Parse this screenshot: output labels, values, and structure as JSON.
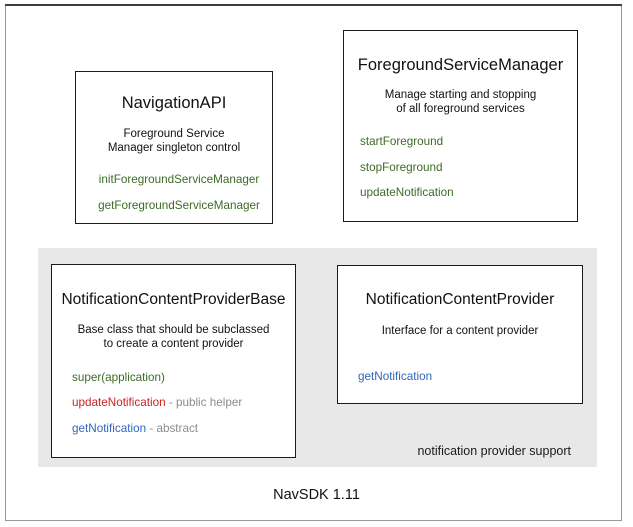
{
  "diagram": {
    "footer_caption": "NavSDK 1.11",
    "group_panel": {
      "label": "notification provider support",
      "background_color": "#e8e8e8"
    },
    "colors": {
      "method_green": "#3d6b28",
      "method_red": "#cc2222",
      "method_blue": "#3366bb",
      "note_gray": "#8c8c8c",
      "box_border": "#1a1a1a",
      "panel_background": "#e8e8e8"
    },
    "boxes": [
      {
        "id": "navigation-api",
        "title": "NavigationAPI",
        "description_lines": [
          "Foreground Service",
          "Manager singleton control"
        ],
        "members": [
          {
            "name": "initForegroundServiceManager",
            "color": "green",
            "note": ""
          },
          {
            "name": "getForegroundServiceManager",
            "color": "green",
            "note": ""
          }
        ]
      },
      {
        "id": "foreground-service-manager",
        "title": "ForegroundServiceManager",
        "description_lines": [
          "Manage starting and stopping",
          "of all foreground services"
        ],
        "members": [
          {
            "name": "startForeground",
            "color": "green",
            "note": ""
          },
          {
            "name": "stopForeground",
            "color": "green",
            "note": ""
          },
          {
            "name": "updateNotification",
            "color": "green",
            "note": ""
          }
        ]
      },
      {
        "id": "notification-content-provider-base",
        "title": "NotificationContentProviderBase",
        "description_lines": [
          "Base class that should be subclassed",
          "to create a content provider"
        ],
        "members": [
          {
            "name": "super(application)",
            "color": "green",
            "note": ""
          },
          {
            "name": "updateNotification",
            "color": "red",
            "note": " - public helper"
          },
          {
            "name": "getNotification",
            "color": "blue",
            "note": " - abstract"
          }
        ]
      },
      {
        "id": "notification-content-provider",
        "title": "NotificationContentProvider",
        "description_lines": [
          "Interface for a content provider"
        ],
        "members": [
          {
            "name": "getNotification",
            "color": "blue",
            "note": ""
          }
        ]
      }
    ]
  }
}
